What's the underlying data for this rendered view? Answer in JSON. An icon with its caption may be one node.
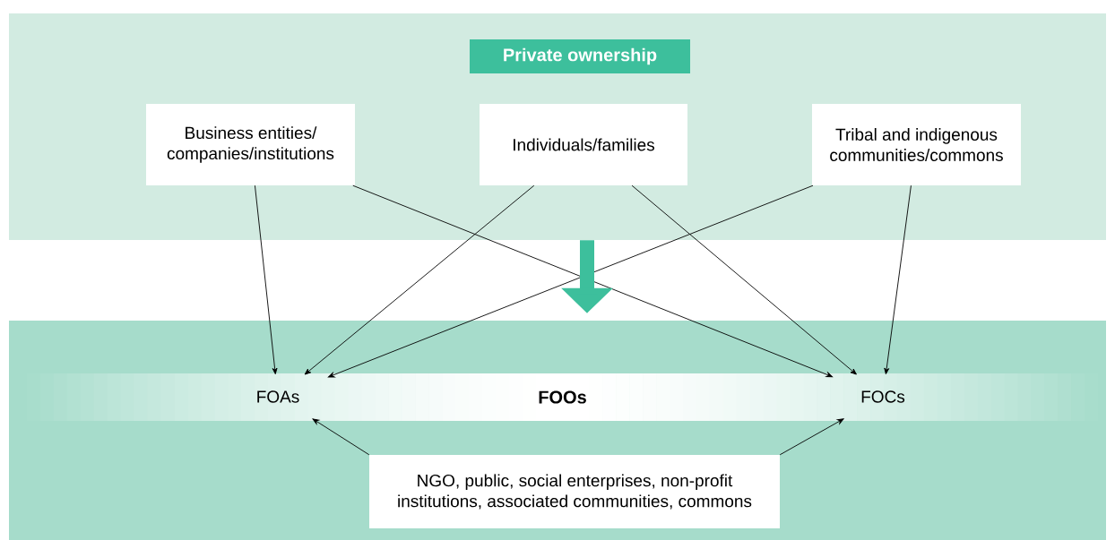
{
  "diagram": {
    "nodes": [
      {
        "text": [
          "Private ownership"
        ]
      },
      {
        "text": [
          "Business entities/ companies/institutions"
        ],
        "in": 0
      },
      {
        "text": [
          "Individuals/families"
        ],
        "in": 0
      },
      {
        "text": [
          "Tribal and indigenous communities/commons"
        ],
        "in": 0
      },
      {
        "text": [],
        "shape": "box"
      },
      {
        "text": [
          "FOOs"
        ],
        "in": 4
      },
      {
        "text": [
          "FOAs"
        ],
        "in": 5
      },
      {
        "text": [
          "FOCs"
        ],
        "in": 5
      },
      {
        "text": [
          "NGO, public, social enterprises, non-profit institutions, associated communities, commons"
        ],
        "in": 4
      }
    ],
    "edges": [
      {
        "from": 1,
        "to": 6,
        "arrow": "to"
      },
      {
        "from": 1,
        "to": 7,
        "arrow": "to"
      },
      {
        "from": 2,
        "to": 6,
        "arrow": "to"
      },
      {
        "from": 2,
        "to": 7,
        "arrow": "to"
      },
      {
        "from": 3,
        "to": 6,
        "arrow": "to"
      },
      {
        "from": 3,
        "to": 7,
        "arrow": "to"
      },
      {
        "from": 0,
        "to": 4,
        "arrow": "to",
        "style": "thick",
        "color": "#3dbf9c"
      },
      {
        "from": 8,
        "to": 6,
        "arrow": "to"
      },
      {
        "from": 8,
        "to": 7,
        "arrow": "to"
      }
    ]
  }
}
